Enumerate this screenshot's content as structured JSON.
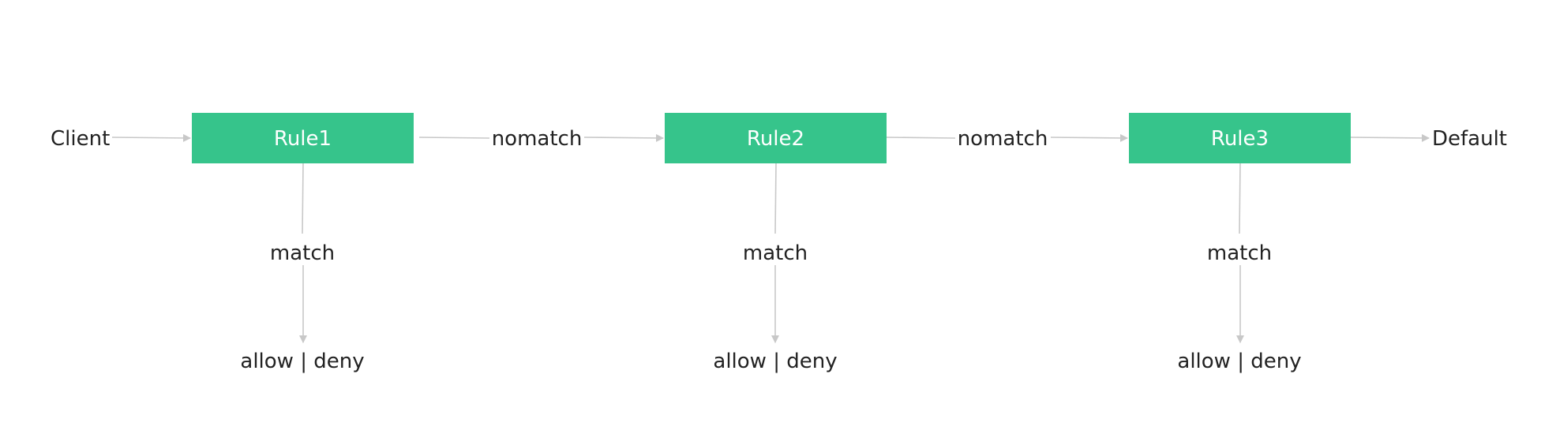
{
  "diagram": {
    "client": "Client",
    "default": "Default",
    "colors": {
      "rule_fill": "#36c48b",
      "rule_text": "#ffffff",
      "edge": "#c8c8c8",
      "text": "#222222",
      "background": "#ffffff"
    },
    "rules": [
      {
        "label": "Rule1",
        "match_label": "match",
        "outcome": "allow | deny"
      },
      {
        "label": "Rule2",
        "match_label": "match",
        "outcome": "allow | deny"
      },
      {
        "label": "Rule3",
        "match_label": "match",
        "outcome": "allow | deny"
      }
    ],
    "nomatch_labels": [
      "nomatch",
      "nomatch"
    ]
  }
}
